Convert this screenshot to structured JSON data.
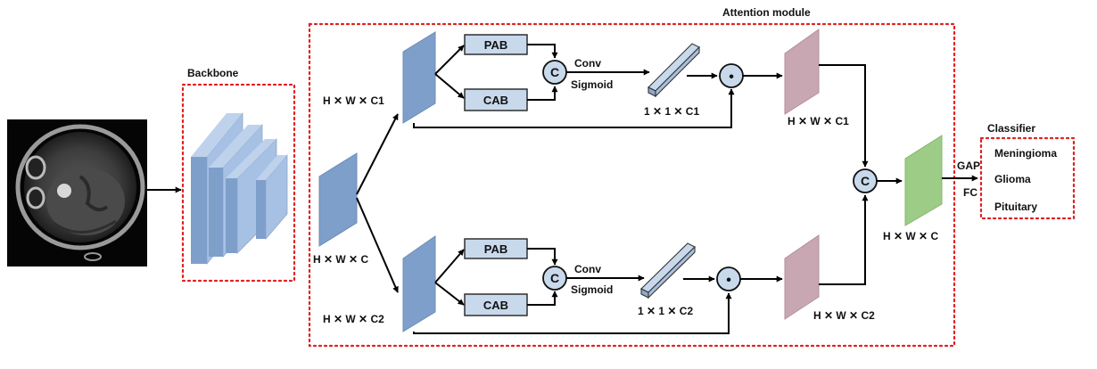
{
  "titles": {
    "attention_module": "Attention module",
    "backbone": "Backbone",
    "classifier": "Classifier"
  },
  "blocks": {
    "pab": "PAB",
    "cab": "CAB"
  },
  "operators": {
    "concat": "C",
    "multiply": "•"
  },
  "conv_labels": {
    "conv": "Conv",
    "sigmoid": "Sigmoid"
  },
  "dims": {
    "input": "H ✕ W ✕ C",
    "branch1": "H ✕ W ✕ C1",
    "branch2": "H ✕ W ✕ C2",
    "weights1": "1 ✕ 1 ✕ C1",
    "weights2": "1 ✕ 1 ✕ C2",
    "out1": "H ✕ W ✕ C1",
    "out2": "H ✕ W ✕ C2",
    "fused": "H ✕ W ✕ C"
  },
  "head": {
    "gap": "GAP",
    "fc": "FC"
  },
  "classes": [
    "Meningioma",
    "Glioma",
    "Pituitary"
  ],
  "colors": {
    "feature_blue": "#7f9fcb",
    "block_fill": "#c9d9ec",
    "attention_pink": "#c9a7b2",
    "fused_green": "#9ccc86",
    "dashed_border": "#e02020"
  }
}
